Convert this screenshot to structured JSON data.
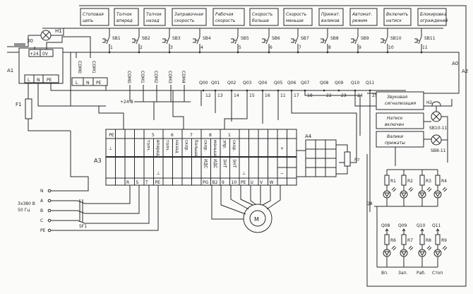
{
  "frames": {
    "a0": "A0",
    "a1": "A1",
    "a2": "A2",
    "a3": "A3",
    "a4": "A4"
  },
  "top_buttons": [
    {
      "label1": "Стоповая",
      "label2": "цепь",
      "id": "SB1",
      "num": "1"
    },
    {
      "label1": "Толчок",
      "label2": "вперед",
      "id": "SB2",
      "num": "2"
    },
    {
      "label1": "Толчок",
      "label2": "назад",
      "id": "SB3",
      "num": "3"
    },
    {
      "label1": "Заправочная",
      "label2": "скорость",
      "id": "SB4",
      "num": "4"
    },
    {
      "label1": "Рабочая",
      "label2": "скорость",
      "id": "SB5",
      "num": "5"
    },
    {
      "label1": "Скорость",
      "label2": "больше",
      "id": "SB6",
      "num": "6"
    },
    {
      "label1": "Скорость",
      "label2": "меньше",
      "id": "SB7",
      "num": "7"
    },
    {
      "label1": "Прижат.",
      "label2": "валиков",
      "id": "SB8",
      "num": "8"
    },
    {
      "label1": "Автомат.",
      "label2": "режим",
      "id": "SB9",
      "num": "9"
    },
    {
      "label1": "Включить",
      "label2": "натиск",
      "id": "SB10",
      "num": "10"
    },
    {
      "label1": "Блокировка",
      "label2": "ограждений",
      "id": "SB11",
      "num": "11"
    }
  ],
  "lamp_h1": {
    "label": "H1",
    "wire": "30"
  },
  "a1": {
    "plus24": "+24",
    "zero_v": "0V",
    "terminals": [
      "L",
      "N",
      "PE"
    ]
  },
  "fuse": "F1",
  "plc": {
    "terminals": [
      "L",
      "N",
      "PE"
    ],
    "com_top": [
      "COM0",
      "COM1"
    ],
    "com_bottom": [
      "COM0",
      "COM1",
      "COM2",
      "COM3",
      "COM4"
    ],
    "supply": "+24 В",
    "outputs": [
      "Q00",
      "Q01",
      "Q02",
      "Q03",
      "Q04",
      "Q05",
      "Q06",
      "Q07",
      "Q08",
      "Q09",
      "Q10",
      "Q11"
    ],
    "wires": [
      "12",
      "13",
      "14",
      "15",
      "16",
      "11",
      "17",
      "18",
      "22",
      "23",
      "24",
      "25"
    ]
  },
  "a3": {
    "row1": [
      {
        "col": 1,
        "span": 1,
        "text": "PE"
      },
      {
        "col": 5,
        "span": 2,
        "text": "5"
      },
      {
        "col": 7,
        "span": 2,
        "text": "6"
      },
      {
        "col": 9,
        "span": 2,
        "text": "7"
      },
      {
        "col": 11,
        "span": 2,
        "text": "8"
      },
      {
        "col": 13,
        "span": 2,
        "text": "1"
      }
    ],
    "row2": [
      {
        "col": 1,
        "text": "⊥",
        "vertical": false
      },
      {
        "col": 5,
        "text": "толч.",
        "vertical": true
      },
      {
        "col": 6,
        "text": "вперед",
        "vertical": true
      },
      {
        "col": 7,
        "text": "толч.",
        "vertical": true
      },
      {
        "col": 8,
        "text": "назад",
        "vertical": true
      },
      {
        "col": 9,
        "text": "скор.",
        "vertical": true
      },
      {
        "col": 10,
        "text": "больше",
        "vertical": true
      },
      {
        "col": 11,
        "text": "скор.",
        "vertical": true
      },
      {
        "col": 12,
        "text": "меньше",
        "vertical": true
      },
      {
        "col": 13,
        "text": "зпр.",
        "vertical": true
      },
      {
        "col": 14,
        "text": "скор.",
        "vertical": true
      },
      {
        "col": 19,
        "text": "+",
        "vertical": false
      }
    ],
    "row3": [
      {
        "col": 6,
        "text": "⊥",
        "vertical": false
      },
      {
        "col": 11,
        "text": "ИДС",
        "vertical": true
      },
      {
        "col": 12,
        "text": "ИДС",
        "vertical": true
      },
      {
        "col": 13,
        "text": "ЭНТ",
        "vertical": true
      },
      {
        "col": 14,
        "text": "ЭНТ",
        "vertical": true
      },
      {
        "col": 15,
        "text": "⊥",
        "vertical": false
      },
      {
        "col": 19,
        "text": "−",
        "vertical": false
      }
    ],
    "row4": [
      {
        "col": 3,
        "text": "R"
      },
      {
        "col": 4,
        "text": "S"
      },
      {
        "col": 5,
        "text": "T"
      },
      {
        "col": 6,
        "text": "PE"
      },
      {
        "col": 11,
        "text": "PG"
      },
      {
        "col": 12,
        "text": "B2"
      },
      {
        "col": 13,
        "text": "9"
      },
      {
        "col": 14,
        "text": "10"
      },
      {
        "col": 15,
        "text": "PE"
      },
      {
        "col": 16,
        "text": "U"
      },
      {
        "col": 17,
        "text": "V"
      },
      {
        "col": 18,
        "text": "W"
      }
    ]
  },
  "brake_resistor": "Rт",
  "indicators": [
    {
      "line1": "Звуковая",
      "line2": "сигнализация"
    },
    {
      "line1": "Натиск",
      "line2": "включен"
    },
    {
      "line1": "Валики",
      "line2": "прижаты"
    }
  ],
  "h2": {
    "label": "H2",
    "sb10": "SB10-11",
    "sb8": "SB8-11"
  },
  "leds_top": [
    "R1",
    "R2",
    "R3",
    "R4"
  ],
  "q8_label": "Q8",
  "leds_bottom": {
    "outputs": [
      "Q08",
      "Q09",
      "Q10",
      "Q11"
    ],
    "resistors": [
      "R6",
      "R7",
      "R8",
      "R9"
    ],
    "captions": [
      "Вп.",
      "Зап.",
      "Раб.",
      "Стоп"
    ]
  },
  "motor": "M",
  "power": {
    "phases": [
      "N",
      "A",
      "B",
      "C",
      "PE"
    ],
    "voltage": "3x380 В",
    "freq": "50 Гц",
    "breaker": "SF1"
  }
}
